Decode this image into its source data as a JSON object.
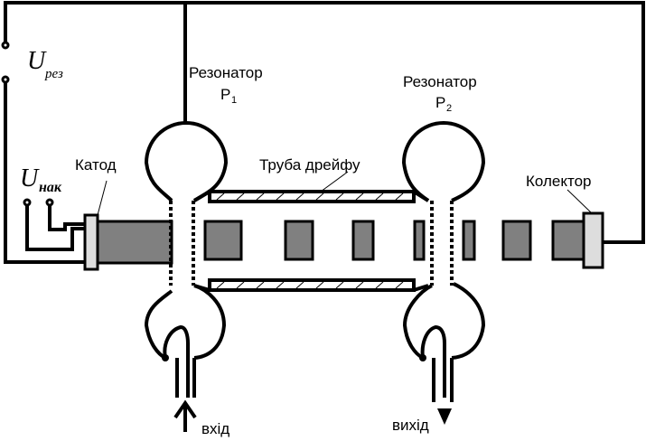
{
  "labels": {
    "u_rez_main": "U",
    "u_rez_sub": "рез",
    "u_nak_main": "U",
    "u_nak_sub": "нак",
    "cathode": "Катод",
    "resonator1_line1": "Резонатор",
    "resonator1_line2": "P",
    "resonator1_sub": "1",
    "resonator2_line1": "Резонатор",
    "resonator2_line2": "P",
    "resonator2_sub": "2",
    "drift_tube": "Труба дрейфу",
    "collector": "Колектор",
    "input": "вхід",
    "output": "вихід"
  },
  "colors": {
    "line": "#000000",
    "bunch_fill": "#808080",
    "electrode_fill": "#dddddd",
    "background": "#ffffff"
  }
}
